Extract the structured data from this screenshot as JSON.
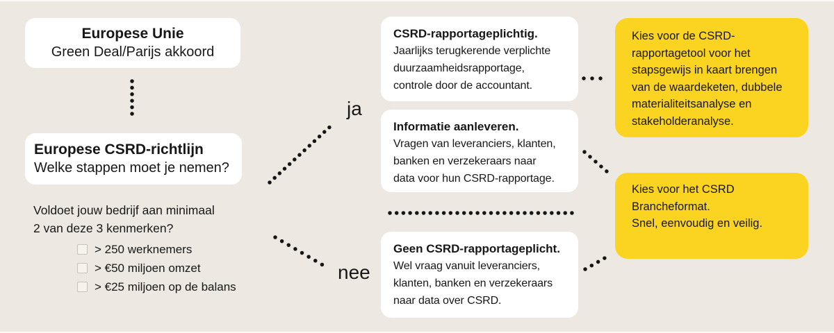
{
  "canvas": {
    "background_color": "#EDE9E2",
    "accent_yellow": "#FBD321",
    "text_color": "#171717"
  },
  "flow": {
    "eu_box": {
      "title": "Europese Unie",
      "subtitle": "Green Deal/Parijs akkoord"
    },
    "csrd_box": {
      "title": "Europese CSRD-richtlijn",
      "subtitle": "Welke stappen moet je nemen?"
    },
    "question_lines": [
      "Voldoet jouw bedrijf aan minimaal",
      "2 van deze 3 kenmerken?"
    ],
    "criteria": [
      {
        "label": "> 250 werknemers",
        "checked": false
      },
      {
        "label": "> €50 miljoen omzet",
        "checked": false
      },
      {
        "label": "> €25 miljoen op de balans",
        "checked": false
      }
    ],
    "yes_label": "ja",
    "no_label": "nee",
    "yes_box": {
      "title": "CSRD-rapportageplichtig.",
      "body_lines": [
        "Jaarlijks terugkerende verplichte",
        "duurzaamheidsrapportage,",
        "controle door de accountant."
      ]
    },
    "info_box": {
      "title": "Informatie aanleveren.",
      "body_lines": [
        "Vragen van leveranciers, klanten,",
        "banken en verzekeraars naar",
        "data voor hun CSRD-rapportage."
      ]
    },
    "no_box": {
      "title": "Geen CSRD-rapportageplicht.",
      "body_lines": [
        "Wel vraag vanuit leveranciers,",
        "klanten, banken en verzekeraars",
        "naar data over CSRD."
      ]
    },
    "cta_tool": {
      "body_lines": [
        "Kies voor de CSRD-",
        "rapportagetool voor het",
        "stapsgewijs in kaart brengen",
        "van de waardeketen, dubbele",
        "materialiteitsanalyse en",
        "stakeholderanalyse."
      ]
    },
    "cta_branche": {
      "body_lines": [
        "Kies voor het CSRD",
        "Brancheformat.",
        "Snel, eenvoudig en veilig."
      ]
    }
  }
}
